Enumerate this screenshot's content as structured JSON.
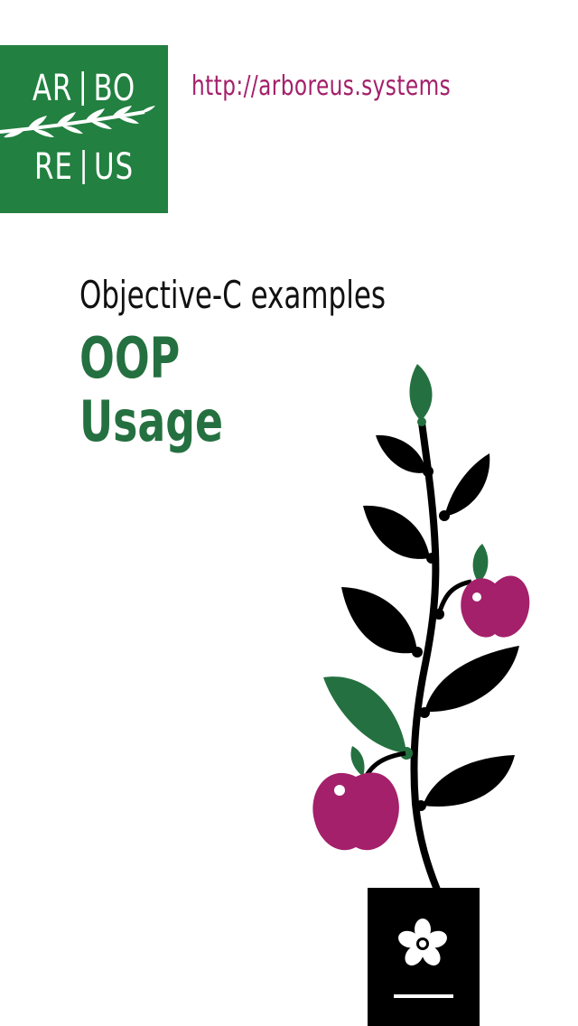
{
  "logo": {
    "line1_left": "AR",
    "line1_right": "BO",
    "line2_left": "RE",
    "line2_right": "US",
    "branch_icon": "olive-branch-icon",
    "background_color": "#228040"
  },
  "header": {
    "url": "http://arboreus.systems"
  },
  "main": {
    "subtitle": "Objective-C examples",
    "title_lines": [
      "OOP",
      "Usage"
    ]
  },
  "illustration": {
    "icon": "apple-tree-icon",
    "pot_icon": "flower-icon",
    "colors": {
      "leaf_dark": "#000000",
      "leaf_green": "#257040",
      "apple": "#a4206a"
    }
  }
}
